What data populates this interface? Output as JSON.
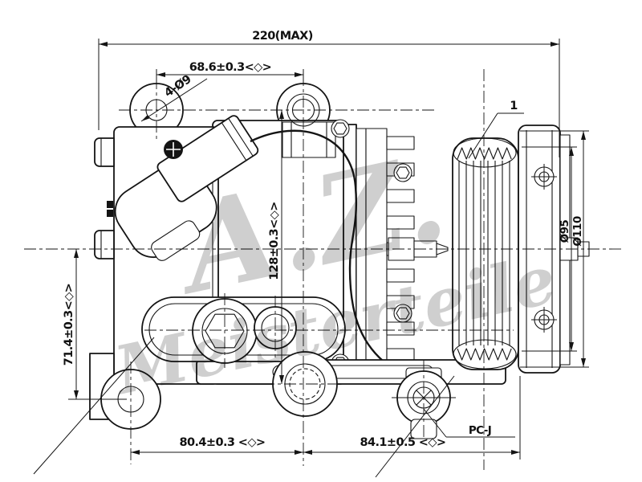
{
  "watermark": {
    "line1": "A.Z.",
    "line2": "Meisterteile"
  },
  "dimensions": {
    "overall": "220(MAX)",
    "top_holes": "68.6±0.3<◇>",
    "hole_callout": "4-Ø9",
    "holes_vertical": "128±0.3<◇>",
    "left_height": "71.4±0.3<◇>",
    "bottom_holes": "80.4±0.3 <◇>",
    "bottom_right": "84.1±0.5 <◇>",
    "dia95": "Ø95",
    "dia110": "Ø110"
  },
  "callouts": {
    "item1": "1",
    "pcj": "PC-J"
  }
}
